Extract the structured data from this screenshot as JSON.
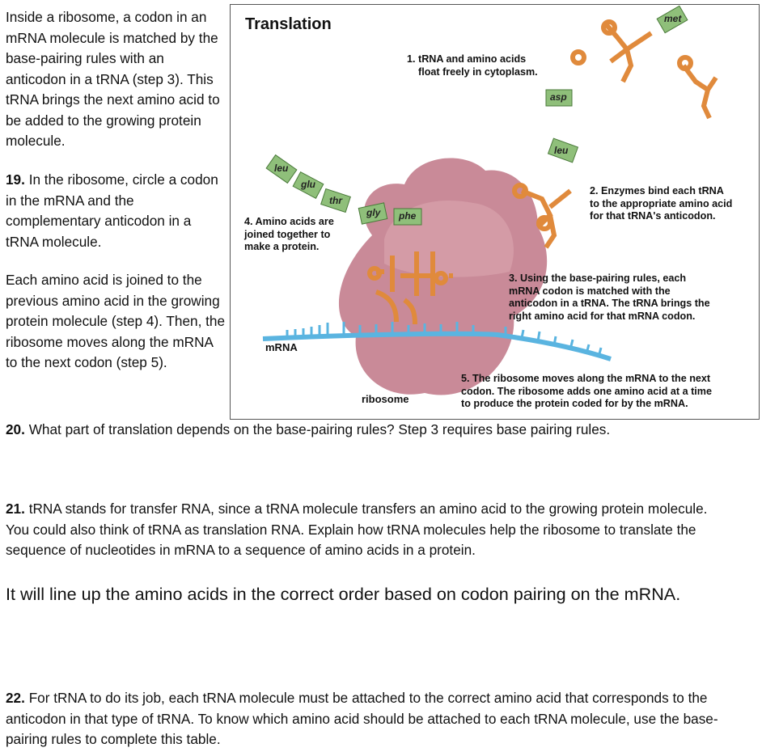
{
  "intro": "Inside a ribosome, a codon in an mRNA molecule is matched by the base-pairing rules with an anticodon in a tRNA (step 3). This tRNA brings the next amino acid to be added to the growing protein molecule.",
  "q19": {
    "num": "19.",
    "text": "In the ribosome, circle a codon in the mRNA and the complementary anticodon in a tRNA molecule."
  },
  "amino_para": "Each amino acid is joined to the previous amino acid in the growing protein molecule (step 4). Then, the ribosome moves along the mRNA to the next codon (step 5).",
  "q20": {
    "num": "20.",
    "text": "What part of translation depends on the base-pairing rules? Step 3 requires base pairing rules."
  },
  "q21": {
    "num": "21.",
    "text": "tRNA stands for transfer RNA, since a tRNA molecule transfers an amino acid to the growing protein molecule. You could also think of tRNA as translation RNA. Explain how tRNA molecules help the ribosome to translate the sequence of nucleotides in mRNA to a sequence of amino acids in a protein."
  },
  "answer21": "It will line up the amino acids in the correct order based on codon pairing on the mRNA.",
  "q22": {
    "num": "22.",
    "text": "For tRNA to do its job, each tRNA molecule must be attached to the correct amino acid that corresponds to the anticodon in that type of tRNA. To know which amino acid should be attached to each tRNA molecule, use the base-pairing rules to complete this table."
  },
  "figure": {
    "title": "Translation",
    "step1": "1. tRNA and amino acids\n    float freely in cytoplasm.",
    "step2": "2. Enzymes bind each tRNA\nto the appropriate amino acid\nfor that tRNA's anticodon.",
    "step3": "3. Using the base-pairing rules, each\nmRNA codon is matched with the\nanticodon in a tRNA. The tRNA brings the\nright amino acid for that mRNA codon.",
    "step4": "4. Amino acids are\njoined together to\nmake a protein.",
    "step5": "5. The ribosome moves along the mRNA to the next\ncodon. The ribosome adds one amino acid at a time\nto produce the protein coded for by the mRNA.",
    "mrna_label": "mRNA",
    "ribosome_label": "ribosome",
    "amino_acids": {
      "met": "met",
      "asp": "asp",
      "leu_free": "leu",
      "chain": [
        "leu",
        "glu",
        "thr",
        "gly",
        "phe"
      ]
    },
    "colors": {
      "ribosome": "#c98a98",
      "trna": "#e08a3c",
      "mrna": "#5ab4e0",
      "amino_acid": "#8fbf7a"
    }
  }
}
